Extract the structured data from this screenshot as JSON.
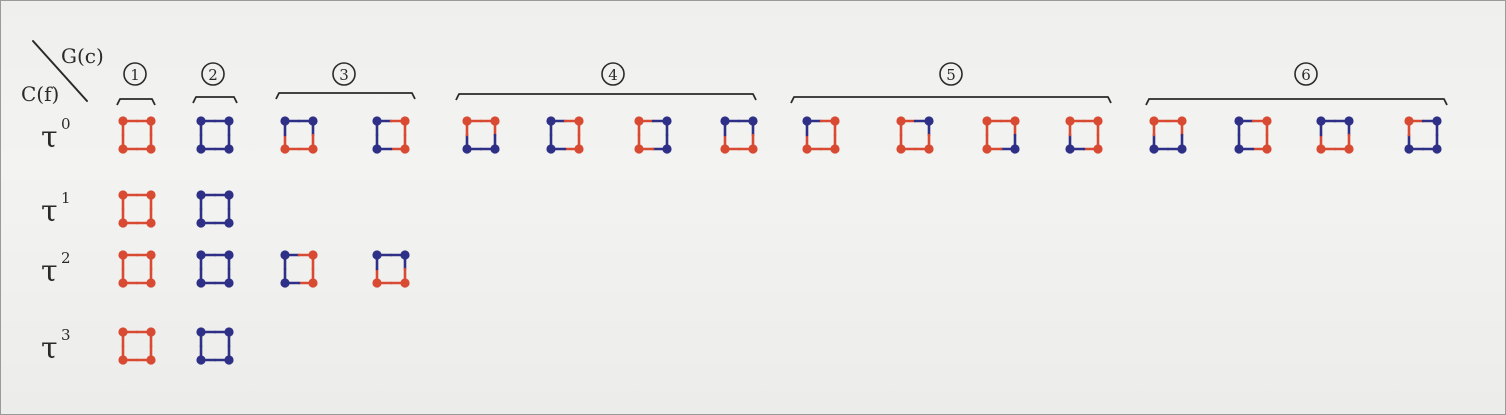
{
  "header": {
    "top_label": "G(c)",
    "left_label": "C(f)"
  },
  "groups": [
    {
      "number": "1",
      "count": 1
    },
    {
      "number": "2",
      "count": 1
    },
    {
      "number": "3",
      "count": 2
    },
    {
      "number": "4",
      "count": 4
    },
    {
      "number": "5",
      "count": 4
    },
    {
      "number": "6",
      "count": 4
    }
  ],
  "rows": [
    {
      "label_base": "τ",
      "label_exp": "0",
      "squares": [
        {
          "group": 1,
          "corners": [
            "R",
            "R",
            "R",
            "R"
          ]
        },
        {
          "group": 2,
          "corners": [
            "B",
            "B",
            "B",
            "B"
          ]
        },
        {
          "group": 3,
          "corners": [
            "B",
            "B",
            "R",
            "R"
          ]
        },
        {
          "group": 3,
          "corners": [
            "B",
            "R",
            "R",
            "B"
          ]
        },
        {
          "group": 4,
          "corners": [
            "R",
            "R",
            "B",
            "B"
          ]
        },
        {
          "group": 4,
          "corners": [
            "B",
            "R",
            "R",
            "B"
          ]
        },
        {
          "group": 4,
          "corners": [
            "R",
            "B",
            "B",
            "R"
          ]
        },
        {
          "group": 4,
          "corners": [
            "B",
            "B",
            "R",
            "R"
          ]
        },
        {
          "group": 5,
          "corners": [
            "B",
            "R",
            "R",
            "R"
          ]
        },
        {
          "group": 5,
          "corners": [
            "R",
            "B",
            "R",
            "R"
          ]
        },
        {
          "group": 5,
          "corners": [
            "R",
            "R",
            "B",
            "R"
          ]
        },
        {
          "group": 5,
          "corners": [
            "R",
            "R",
            "R",
            "B"
          ]
        },
        {
          "group": 6,
          "corners": [
            "R",
            "R",
            "B",
            "B"
          ]
        },
        {
          "group": 6,
          "corners": [
            "B",
            "R",
            "R",
            "B"
          ]
        },
        {
          "group": 6,
          "corners": [
            "B",
            "B",
            "R",
            "R"
          ]
        },
        {
          "group": 6,
          "corners": [
            "R",
            "B",
            "B",
            "B"
          ]
        }
      ]
    },
    {
      "label_base": "τ",
      "label_exp": "1",
      "squares": [
        {
          "group": 1,
          "corners": [
            "R",
            "R",
            "R",
            "R"
          ]
        },
        {
          "group": 2,
          "corners": [
            "B",
            "B",
            "B",
            "B"
          ]
        }
      ]
    },
    {
      "label_base": "τ",
      "label_exp": "2",
      "squares": [
        {
          "group": 1,
          "corners": [
            "R",
            "R",
            "R",
            "R"
          ]
        },
        {
          "group": 2,
          "corners": [
            "B",
            "B",
            "B",
            "B"
          ]
        },
        {
          "group": 3,
          "corners": [
            "B",
            "R",
            "R",
            "B"
          ]
        },
        {
          "group": 3,
          "corners": [
            "B",
            "B",
            "R",
            "R"
          ]
        }
      ]
    },
    {
      "label_base": "τ",
      "label_exp": "3",
      "squares": [
        {
          "group": 1,
          "corners": [
            "R",
            "R",
            "R",
            "R"
          ]
        },
        {
          "group": 2,
          "corners": [
            "B",
            "B",
            "B",
            "B"
          ]
        }
      ]
    }
  ],
  "colors": {
    "R": "#d94a33",
    "B": "#2e2f86",
    "ink": "#2a2a2a"
  }
}
